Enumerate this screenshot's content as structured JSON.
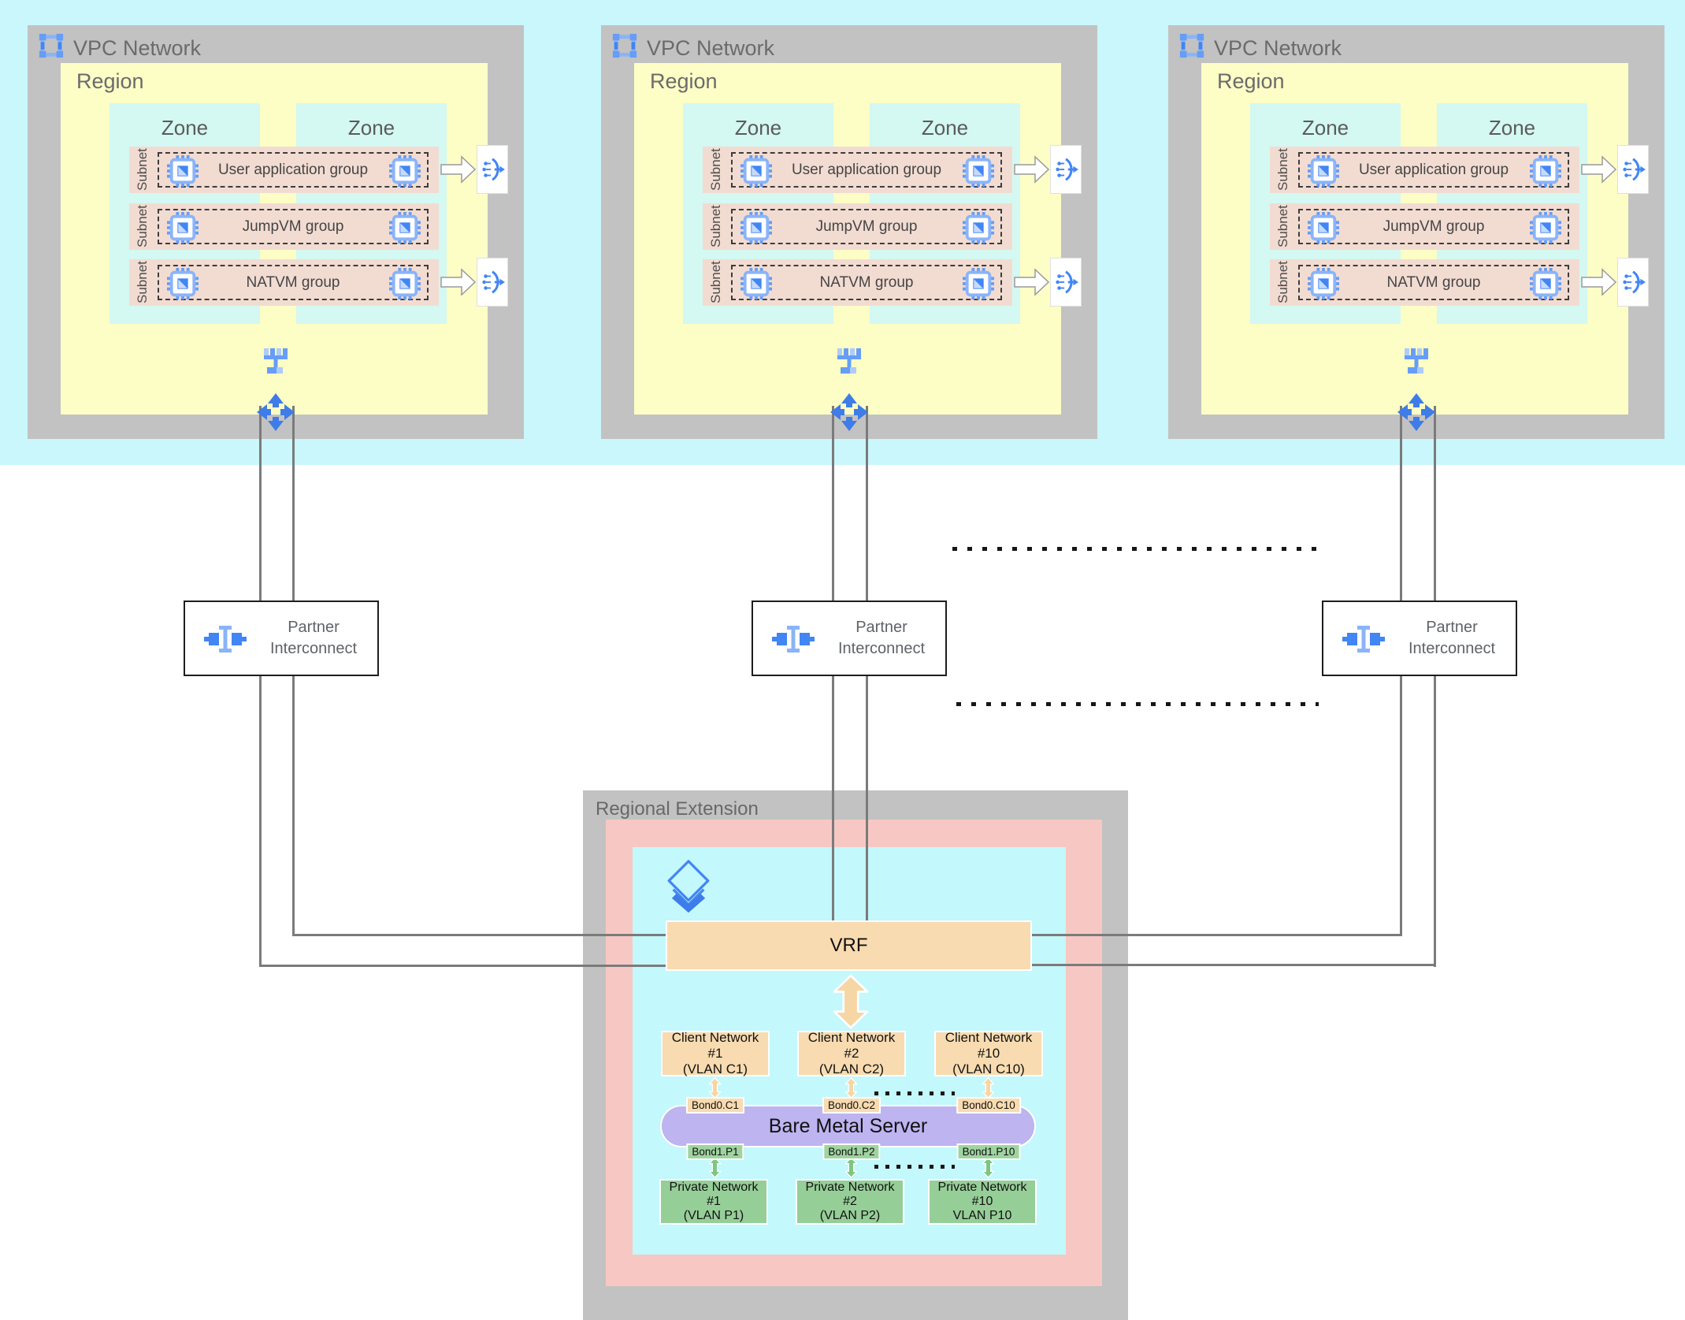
{
  "colors": {
    "band_cyan": "#c9f7fc",
    "container_gray": "#c2c2c2",
    "region_yellow": "#fdfdc6",
    "zone_cyan": "#d4f8f2",
    "subnet_pink": "#f2dcd2",
    "regional_extension_pink": "#f7c8c3",
    "regional_extension_cyan": "#c3f8fc",
    "vrf_peach": "#f8dbb0",
    "bare_metal_lavender": "#bdb4f0",
    "private_green": "#96ce98",
    "google_blue": "#4285f4",
    "light_blue": "#8ab4f8",
    "line_gray": "#7b7b7b"
  },
  "icons": {
    "vpc": "vpc-network-icon",
    "chip": "compute-vm-icon",
    "lb": "load-balancer-icon",
    "switch": "network-switch-icon",
    "router": "cloud-router-icon",
    "pi": "partner-interconnect-icon",
    "layers": "interconnect-layers-icon"
  },
  "vpcs": [
    {
      "title": "VPC Network",
      "region_label": "Region",
      "zones": [
        {
          "label": "Zone"
        },
        {
          "label": "Zone"
        }
      ],
      "subnet_label": "Subnet",
      "subnets": [
        {
          "group": "User application group",
          "load_balancer": true
        },
        {
          "group": "JumpVM group",
          "load_balancer": false
        },
        {
          "group": "NATVM group",
          "load_balancer": true
        }
      ]
    },
    {
      "title": "VPC Network",
      "region_label": "Region",
      "zones": [
        {
          "label": "Zone"
        },
        {
          "label": "Zone"
        }
      ],
      "subnet_label": "Subnet",
      "subnets": [
        {
          "group": "User application group",
          "load_balancer": true
        },
        {
          "group": "JumpVM group",
          "load_balancer": false
        },
        {
          "group": "NATVM group",
          "load_balancer": true
        }
      ]
    },
    {
      "title": "VPC Network",
      "region_label": "Region",
      "zones": [
        {
          "label": "Zone"
        },
        {
          "label": "Zone"
        }
      ],
      "subnet_label": "Subnet",
      "subnets": [
        {
          "group": "User application group",
          "load_balancer": true
        },
        {
          "group": "JumpVM group",
          "load_balancer": false
        },
        {
          "group": "NATVM group",
          "load_balancer": true
        }
      ]
    }
  ],
  "interconnects": [
    {
      "label": "Partner Interconnect"
    },
    {
      "label": "Partner Interconnect"
    },
    {
      "label": "Partner Interconnect"
    }
  ],
  "regional_extension": {
    "title": "Regional Extension",
    "vrf_label": "VRF",
    "bare_metal_label": "Bare Metal Server",
    "client_networks": [
      {
        "name": "Client Network #1",
        "vlan": "(VLAN C1)",
        "bond": "Bond0.C1"
      },
      {
        "name": "Client Network #2",
        "vlan": "(VLAN C2)",
        "bond": "Bond0.C2"
      },
      {
        "name": "Client Network #10",
        "vlan": "(VLAN C10)",
        "bond": "Bond0.C10"
      }
    ],
    "private_networks": [
      {
        "name": "Private Network #1",
        "vlan": "(VLAN P1)",
        "bond": "Bond1.P1"
      },
      {
        "name": "Private Network #2",
        "vlan": "(VLAN P2)",
        "bond": "Bond1.P2"
      },
      {
        "name": "Private Network #10",
        "vlan": "VLAN P10",
        "bond": "Bond1.P10"
      }
    ]
  }
}
